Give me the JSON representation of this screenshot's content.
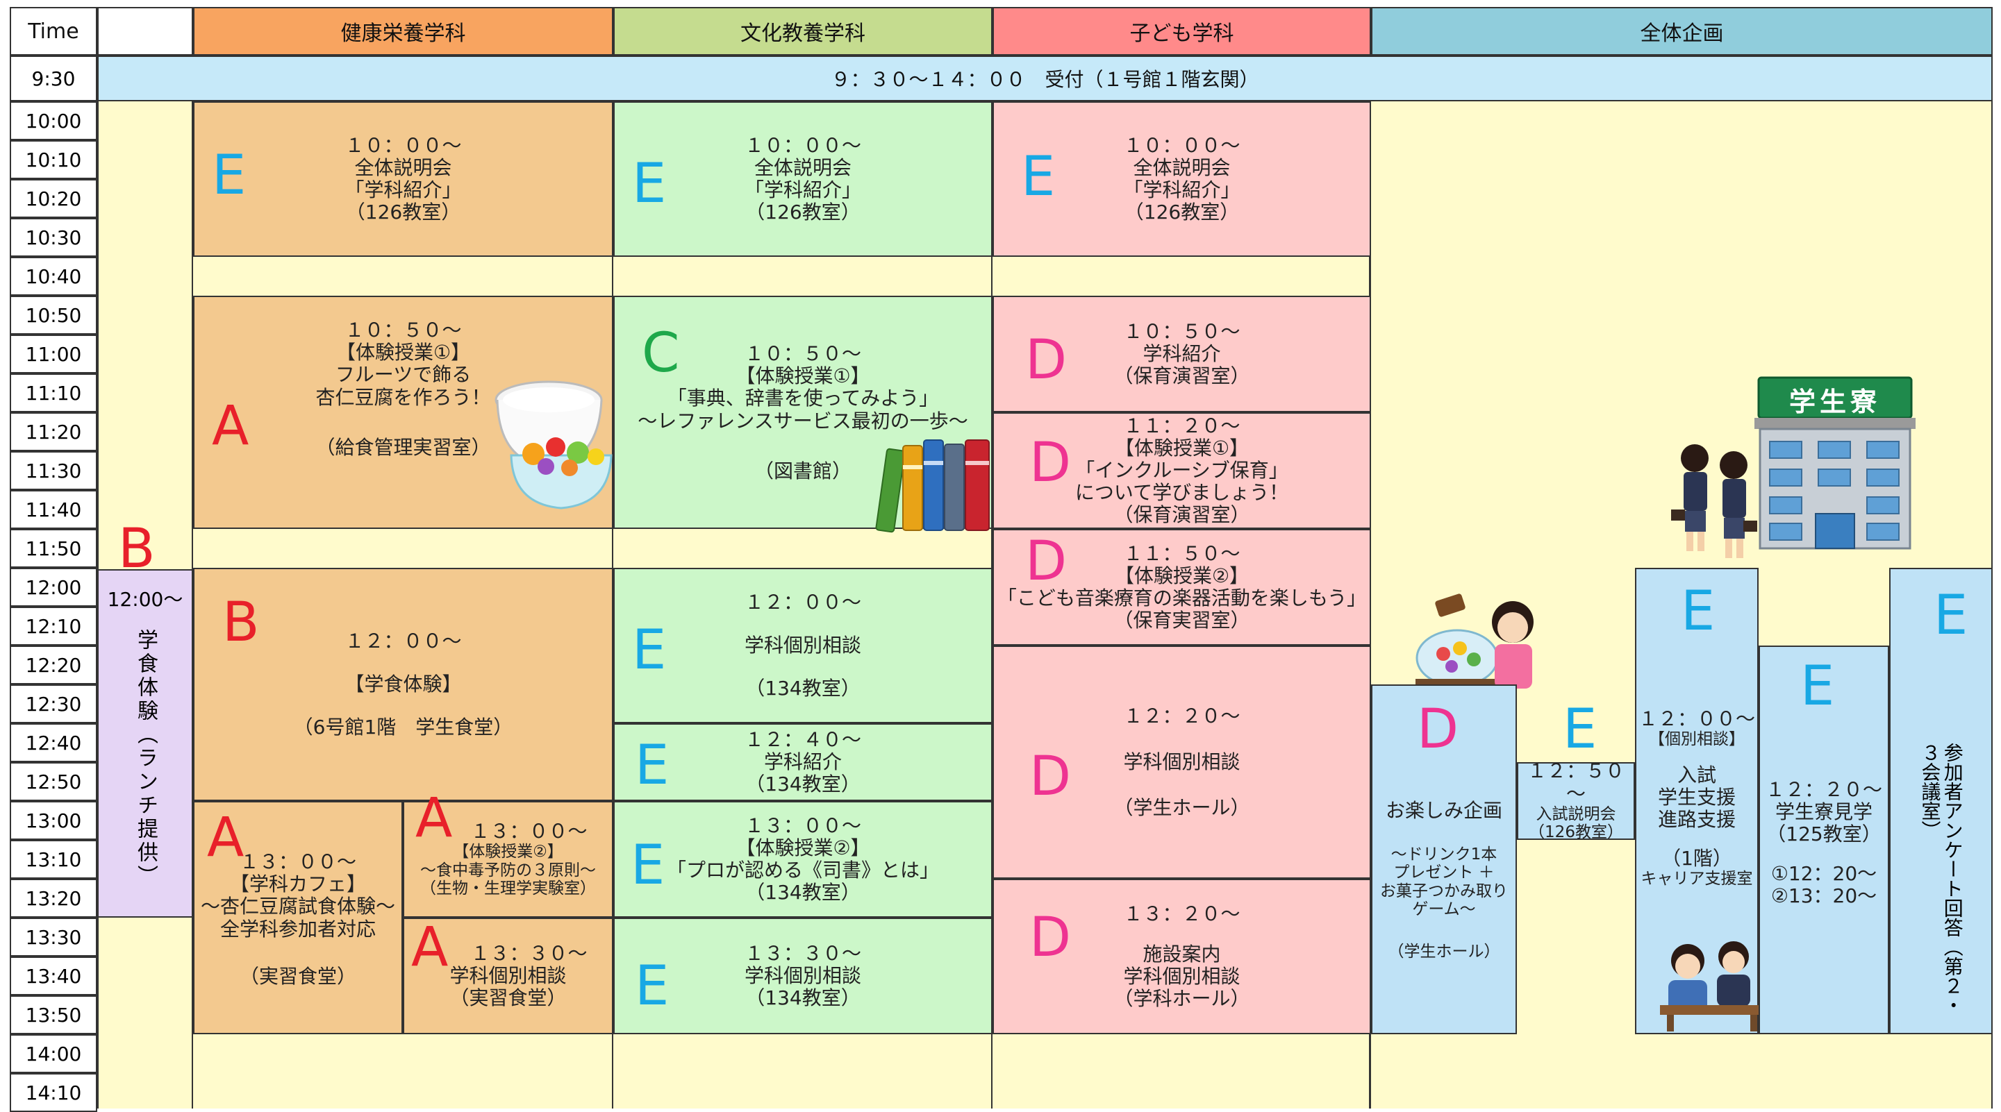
{
  "header": {
    "time": "Time",
    "health": "健康栄養学科",
    "culture": "文化教養学科",
    "child": "子ども学科",
    "all": "全体企画"
  },
  "reception": {
    "time": "9:30",
    "text": "９：３０～１４：００　受付（１号館１階玄関）"
  },
  "times": [
    "10:00",
    "10:10",
    "10:20",
    "10:30",
    "10:40",
    "10:50",
    "11:00",
    "11:10",
    "11:20",
    "11:30",
    "11:40",
    "11:50",
    "12:00",
    "12:10",
    "12:20",
    "12:30",
    "12:40",
    "12:50",
    "13:00",
    "13:10",
    "13:20",
    "13:30",
    "13:40",
    "13:50",
    "14:00",
    "14:10"
  ],
  "letters": {
    "A": "A",
    "B": "B",
    "C": "C",
    "D": "D",
    "E": "E"
  },
  "lunch": {
    "time": "12:00～",
    "text": "学食体験（ランチ提供）"
  },
  "health": {
    "b1": [
      "１０：００～",
      "全体説明会",
      "「学科紹介」",
      "（126教室）"
    ],
    "b2": [
      "１０：５０～",
      "【体験授業①】",
      "フルーツで飾る",
      "杏仁豆腐を作ろう！",
      "（給食管理実習室）"
    ],
    "b3": [
      "１２：００～",
      "【学食体験】",
      "（6号館1階　学生食堂）"
    ],
    "b4": [
      "１３：００～",
      "【学科カフェ】",
      "～杏仁豆腐試食体験～",
      "全学科参加者対応",
      "（実習食堂）"
    ],
    "b5": [
      "１３：００～",
      "【体験授業②】",
      "～食中毒予防の３原則～",
      "（生物・生理学実験室）"
    ],
    "b6": [
      "１３：３０～",
      "学科個別相談",
      "（実習食堂）"
    ]
  },
  "culture": {
    "b1": [
      "１０：００～",
      "全体説明会",
      "「学科紹介」",
      "（126教室）"
    ],
    "b2": [
      "１０：５０～",
      "【体験授業①】",
      "「事典、辞書を使ってみよう」",
      "～レファレンスサービス最初の一歩～",
      "（図書館）"
    ],
    "b3": [
      "１２：００～",
      "学科個別相談",
      "（134教室）"
    ],
    "b4": [
      "１２：４０～",
      "学科紹介",
      "（134教室）"
    ],
    "b5": [
      "１３：００～",
      "【体験授業②】",
      "「プロが認める《司書》とは」",
      "（134教室）"
    ],
    "b6": [
      "１３：３０～",
      "学科個別相談",
      "（134教室）"
    ]
  },
  "child": {
    "b1": [
      "１０：００～",
      "全体説明会",
      "「学科紹介」",
      "（126教室）"
    ],
    "b2": [
      "１０：５０～",
      "学科紹介",
      "（保育演習室）"
    ],
    "b3": [
      "１１：２０～",
      "【体験授業①】",
      "「インクルーシブ保育」",
      "について学びましょう！",
      "（保育演習室）"
    ],
    "b4": [
      "１１：５０～",
      "【体験授業②】",
      "「こども音楽療育の楽器活動を楽しもう」",
      "（保育実習室）"
    ],
    "b5": [
      "１２：２０～",
      "学科個別相談",
      "（学生ホール）"
    ],
    "b6": [
      "１３：２０～",
      "施設案内",
      "学科個別相談",
      "（学科ホール）"
    ]
  },
  "all": {
    "dorm_sign": "学生寮",
    "fun": [
      "お楽しみ企画",
      "～ドリンク1本",
      "プレゼント ＋",
      "お菓子つかみ取り",
      "ゲーム～",
      "（学生ホール）"
    ],
    "exam": [
      "１２：５０～",
      "入試説明会",
      "（126教室）"
    ],
    "consult": [
      "１２：００～",
      "【個別相談】",
      "入試",
      "学生支援",
      "進路支援",
      "（1階）",
      "キャリア支援室"
    ],
    "dorm": [
      "１２：２０～",
      "学生寮見学",
      "（125教室）",
      "①12：20～",
      "②13：20～"
    ],
    "survey": "参加者アンケート回答（第２・３会議室）"
  },
  "colors": {
    "health": "#f8a460",
    "health_block": "#f3c98f",
    "culture": "#c5dc8f",
    "culture_block": "#ccf7c9",
    "child": "#ff8a8a",
    "child_block": "#fecbca",
    "all": "#90cddc",
    "pale_yellow": "#fffbcc",
    "reception": "#c6e9f9",
    "lunch": "#e5d5f5",
    "all_block": "#bfe2f6"
  }
}
